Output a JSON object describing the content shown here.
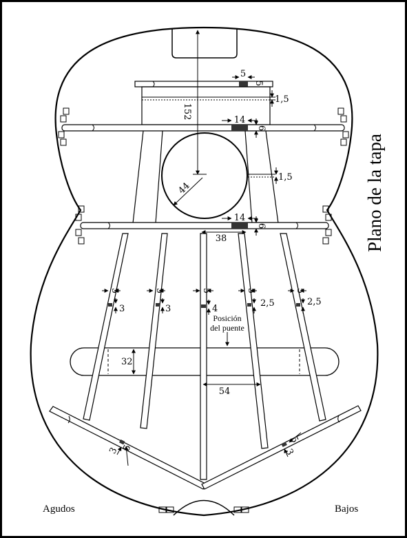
{
  "title": "Plano de la tapa",
  "treble_label": "Agudos",
  "bass_label": "Bajos",
  "bridge_label_line1": "Posición",
  "bridge_label_line2": "del puente",
  "dims": {
    "d152": "152",
    "d44": "44",
    "d38": "38",
    "d32": "32",
    "d54": "54",
    "top5": "5",
    "top5b": "5",
    "t15a": "1,5",
    "t15b": "1,5",
    "b14a": "14",
    "b6a": "6",
    "b14b": "14",
    "b6b": "6",
    "f1w": "5",
    "f1h": "3",
    "f2w": "5",
    "f2h": "3",
    "f3w": "5",
    "f3h": "4",
    "f4w": "5",
    "f4h": "2,5",
    "f5w": "5",
    "f5h": "2,5",
    "cl5": "5",
    "cl3": "3",
    "cr5": "5",
    "cr3": "3"
  },
  "colors": {
    "line": "#000000",
    "fill_dark": "#333333",
    "background": "#ffffff"
  }
}
